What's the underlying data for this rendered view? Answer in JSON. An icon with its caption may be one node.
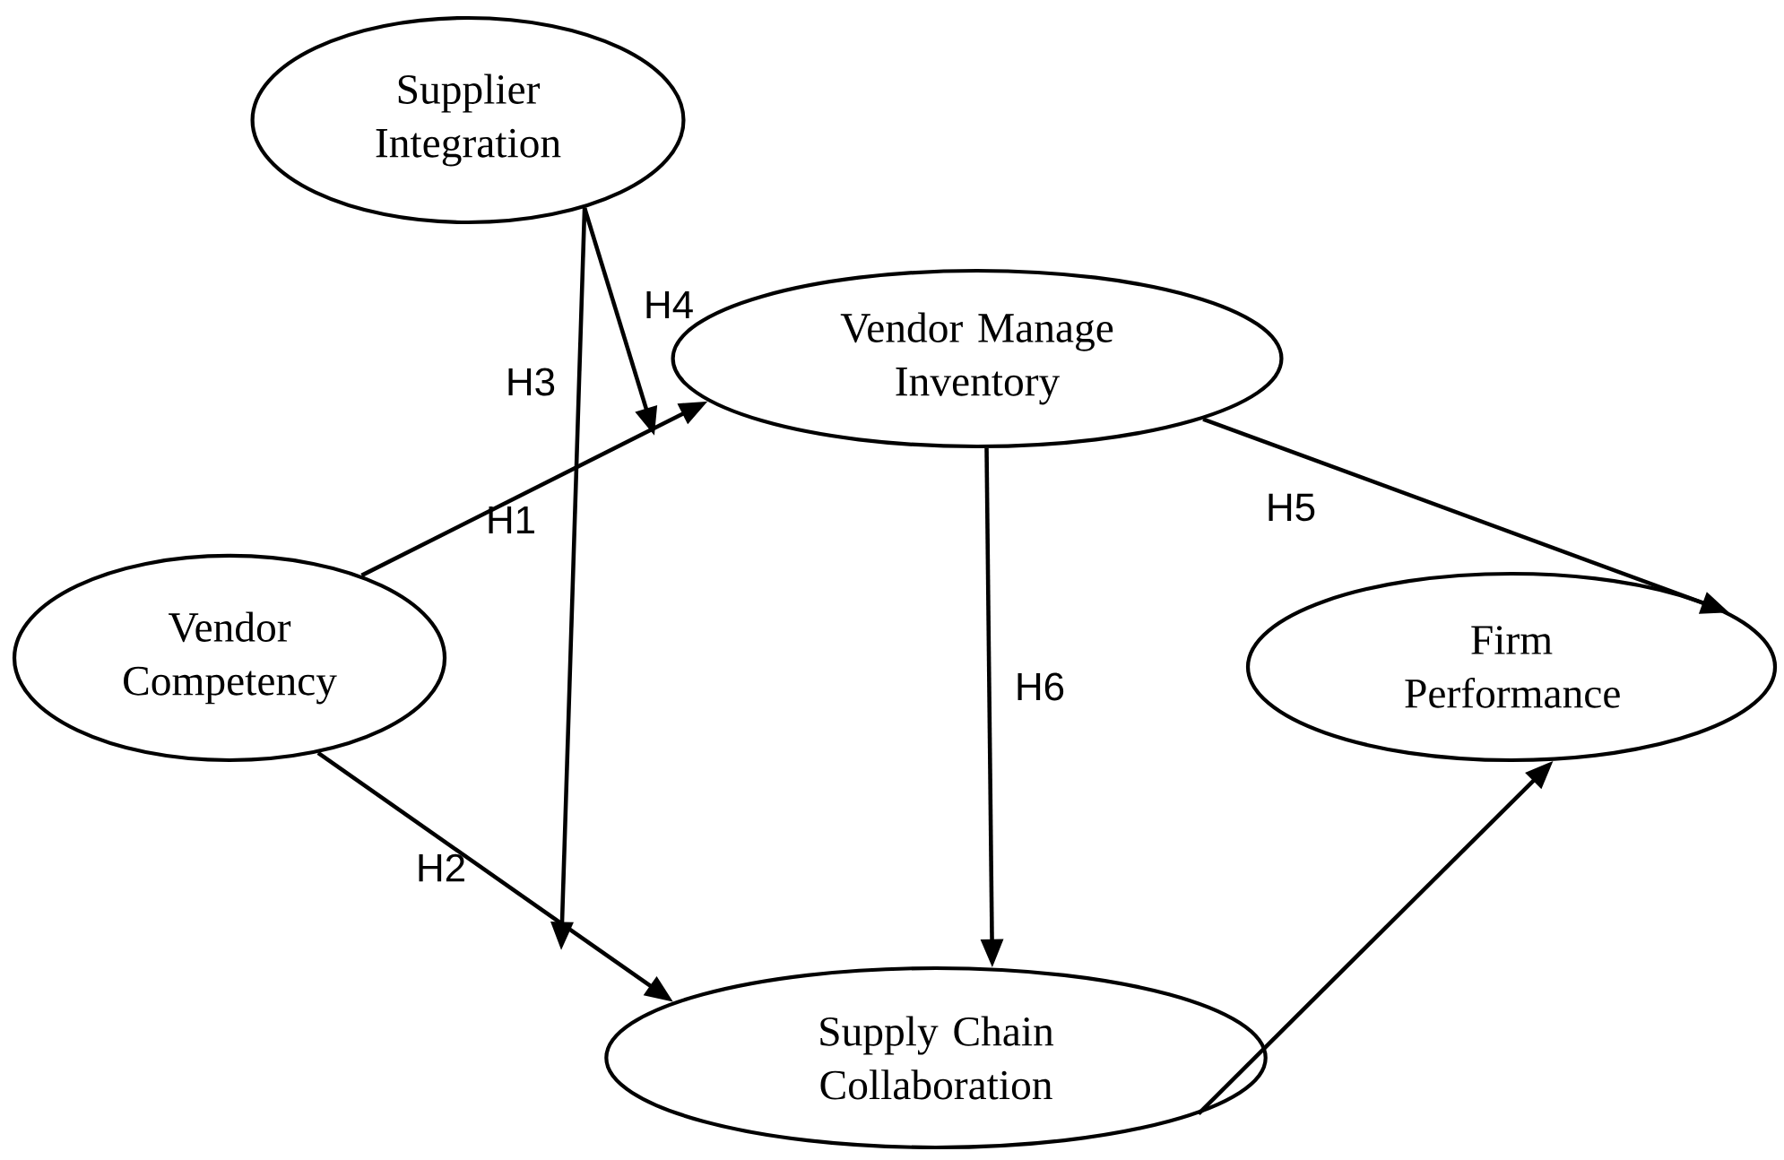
{
  "diagram": {
    "nodes": [
      {
        "text": [
          "Supplier Integration"
        ]
      },
      {
        "text": [
          "Vendor Manage Inventory"
        ]
      },
      {
        "text": [
          "Vendor Competency"
        ]
      },
      {
        "text": [
          "Firm Performance"
        ]
      },
      {
        "text": [
          "Supply Chain Collaboration"
        ]
      }
    ],
    "edges": [
      {
        "from": 2,
        "to": 1,
        "arrow": "to",
        "label": "H1"
      },
      {
        "from": 2,
        "to": 4,
        "arrow": "to",
        "label": "H2"
      },
      {
        "from": 0,
        "to": null,
        "arrow": "to",
        "label": "H3"
      },
      {
        "from": 0,
        "to": null,
        "arrow": "to",
        "label": "H4"
      },
      {
        "from": 1,
        "to": 3,
        "arrow": "to",
        "label": "H5"
      },
      {
        "from": 1,
        "to": 4,
        "arrow": "to",
        "label": "H6"
      },
      {
        "from": 4,
        "to": 3,
        "arrow": "to"
      }
    ]
  }
}
